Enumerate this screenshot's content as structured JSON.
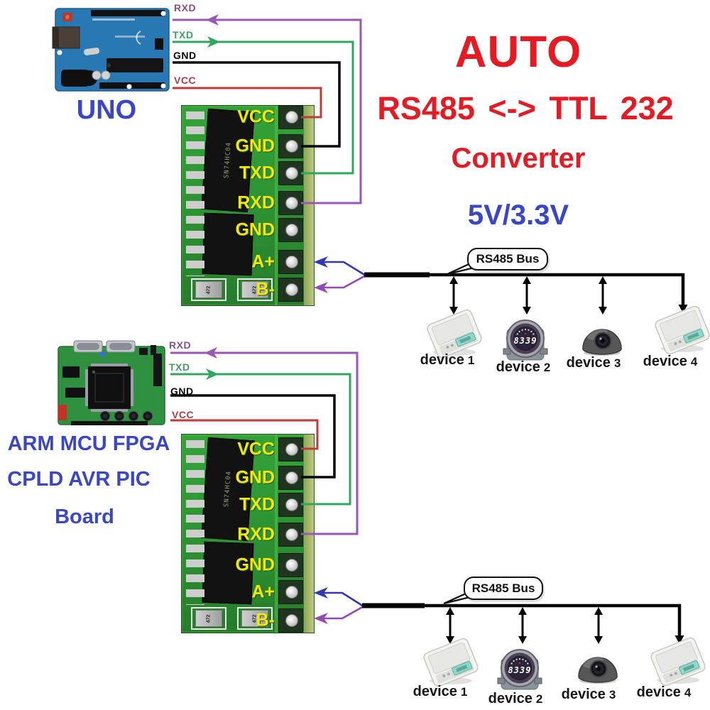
{
  "title": {
    "auto": "AUTO",
    "line2": "RS485 <-> TTL 232",
    "line3": "Converter",
    "line4": "5V/3.3V"
  },
  "uno": {
    "label": "UNO"
  },
  "mcu": {
    "line1": "ARM MCU FPGA",
    "line2": "CPLD AVR PIC",
    "line3": "Board"
  },
  "wires": {
    "rxd": "RXD",
    "txd": "TXD",
    "gnd": "GND",
    "vcc": "VCC"
  },
  "module": {
    "pins": [
      "VCC",
      "GND",
      "TXD",
      "RXD",
      "GND",
      "A+",
      "B-"
    ],
    "ic": "SN74HC04",
    "res": "472"
  },
  "bus": {
    "label": "RS485 Bus"
  },
  "devices": {
    "word": "device",
    "nums": [
      "1",
      "2",
      "3",
      "4"
    ],
    "gauge_value": "8339"
  },
  "colors": {
    "title_red": "#e51a22",
    "title_blue": "#3a46c8",
    "wire_rxd": "#9a57b5",
    "wire_txd": "#2fa85e",
    "wire_gnd": "#050505",
    "wire_vcc": "#bf3a3a",
    "bus_a_plus": "#2e37b8",
    "bus_b_minus": "#9348b8",
    "pcb_green": "#2c9132",
    "pin_label_yellow": "#f2ea00"
  }
}
